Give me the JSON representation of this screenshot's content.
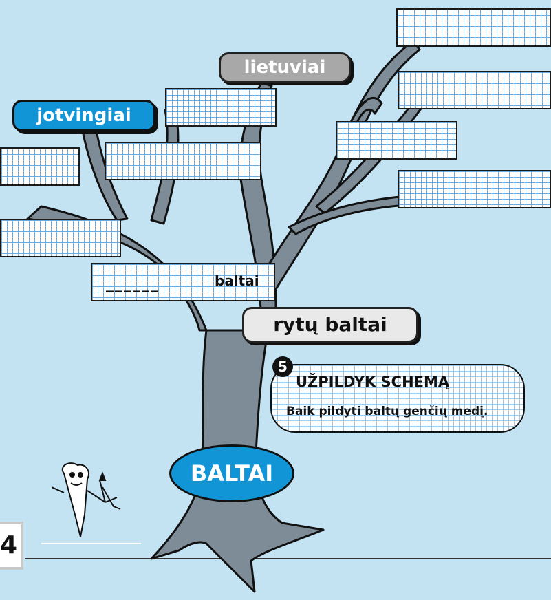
{
  "tribes": {
    "jotvingiai": "jotvingiai",
    "lietuviai": "lietuviai",
    "rytu_baltai": "rytų baltai",
    "vakaru_blank_suffix": "baltai",
    "blank_line": "______"
  },
  "root": {
    "label": "BALTAI"
  },
  "task": {
    "number": "5",
    "title": "UŽPILDYK SCHEMĄ",
    "instruction": "Baik pildyti baltų genčių medį."
  },
  "page": {
    "number": "4"
  },
  "colors": {
    "sky": "#c3e3f3",
    "trunk": "#7d8c97",
    "accent_blue": "#1195d6",
    "gray_label": "#a8a8a8"
  }
}
